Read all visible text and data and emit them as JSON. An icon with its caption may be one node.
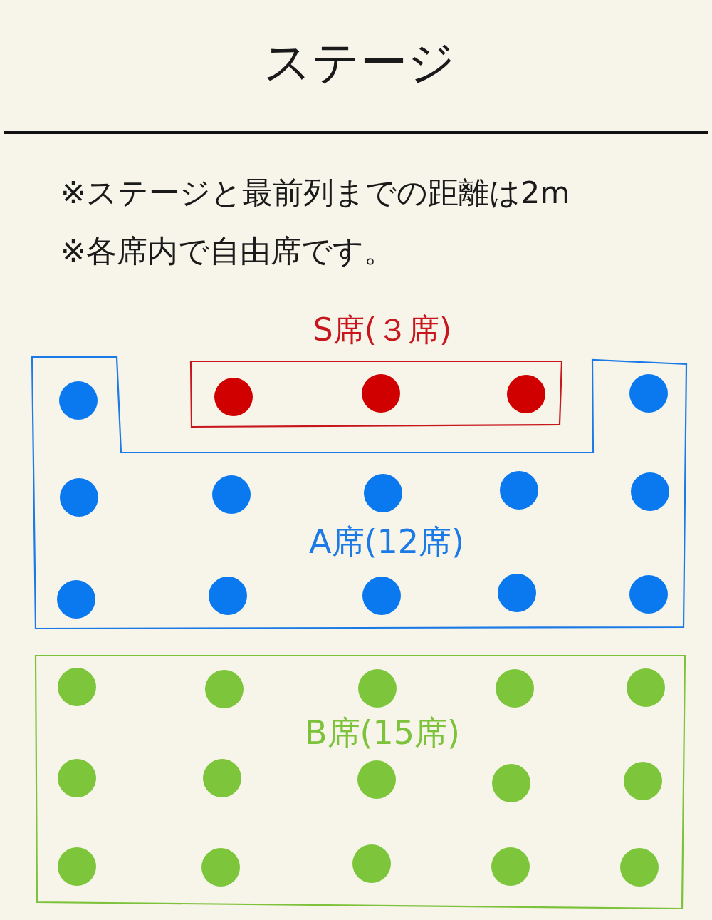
{
  "diagram": {
    "nodes": [
      {
        "text": [
          "S席(３席)"
        ]
      },
      {
        "text": [],
        "shape": "circle",
        "in": 0
      },
      {
        "text": [],
        "shape": "circle",
        "in": 0
      },
      {
        "text": [],
        "shape": "circle",
        "in": 0
      },
      {
        "text": [
          "A席(12席)"
        ]
      },
      {
        "text": [],
        "shape": "circle",
        "in": 4
      },
      {
        "text": [],
        "shape": "circle",
        "in": 4
      },
      {
        "text": [],
        "shape": "circle",
        "in": 4
      },
      {
        "text": [],
        "shape": "circle",
        "in": 4
      },
      {
        "text": [],
        "shape": "circle",
        "in": 4
      },
      {
        "text": [],
        "shape": "circle",
        "in": 4
      },
      {
        "text": [],
        "shape": "circle",
        "in": 4
      },
      {
        "text": [],
        "shape": "circle",
        "in": 4
      },
      {
        "text": [],
        "shape": "circle",
        "in": 4
      },
      {
        "text": [],
        "shape": "circle",
        "in": 4
      },
      {
        "text": [],
        "shape": "circle",
        "in": 4
      },
      {
        "text": [],
        "shape": "circle",
        "in": 4
      },
      {
        "text": [
          "B席(15席)"
        ]
      },
      {
        "text": [],
        "shape": "circle",
        "in": 17
      },
      {
        "text": [],
        "shape": "circle",
        "in": 17
      },
      {
        "text": [],
        "shape": "circle",
        "in": 17
      },
      {
        "text": [],
        "shape": "circle",
        "in": 17
      },
      {
        "text": [],
        "shape": "circle",
        "in": 17
      },
      {
        "text": [],
        "shape": "circle",
        "in": 17
      },
      {
        "text": [],
        "shape": "circle",
        "in": 17
      },
      {
        "text": [],
        "shape": "circle",
        "in": 17
      },
      {
        "text": [],
        "shape": "circle",
        "in": 17
      },
      {
        "text": [],
        "shape": "circle",
        "in": 17
      },
      {
        "text": [],
        "shape": "circle",
        "in": 17
      },
      {
        "text": [],
        "shape": "circle",
        "in": 17
      },
      {
        "text": [],
        "shape": "circle",
        "in": 17
      },
      {
        "text": [],
        "shape": "circle",
        "in": 17
      },
      {
        "text": [],
        "shape": "circle",
        "in": 17
      }
    ],
    "labels": [
      "ステージ",
      "※ステージと最前列までの距離は2m",
      "※各席内で自由席です。"
    ]
  }
}
